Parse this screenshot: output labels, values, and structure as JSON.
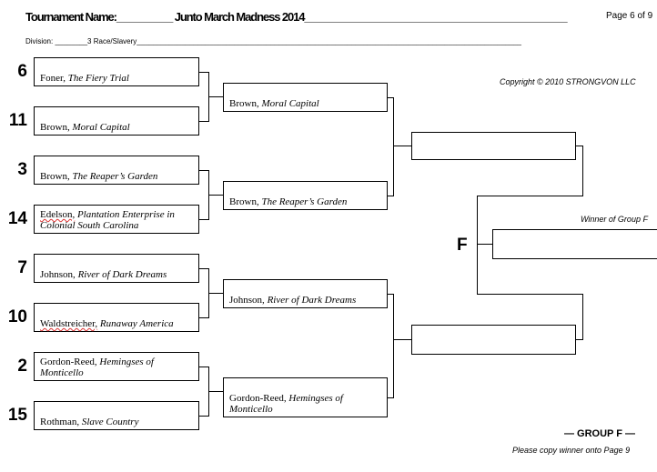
{
  "header": {
    "title": "Tournament Name:__________ Junto March Madness 2014_______________________________________________",
    "page": "Page 6 of 9",
    "division": "Division: ________3 Race/Slavery_______________________________________________________________________________________________",
    "copyright": "Copyright © 2010 STRONGVON LLC"
  },
  "round1": [
    {
      "seed": "6",
      "author": "Foner,",
      "title": "The Fiery Trial"
    },
    {
      "seed": "11",
      "author": "Brown,",
      "title": "Moral Capital"
    },
    {
      "seed": "3",
      "author": "Brown,",
      "title": "The Reaper’s Garden"
    },
    {
      "seed": "14",
      "author": "Edelson,",
      "title": "Plantation Enterprise in Colonial South Carolina"
    },
    {
      "seed": "7",
      "author": "Johnson,",
      "title": "River of Dark Dreams"
    },
    {
      "seed": "10",
      "author": "Waldstreicher,",
      "title": "Runaway America"
    },
    {
      "seed": "2",
      "author": "Gordon-Reed,",
      "title": "Hemingses of Monticello"
    },
    {
      "seed": "15",
      "author": "Rothman,",
      "title": "Slave Country"
    }
  ],
  "round2": [
    {
      "author": "Brown,",
      "title": "Moral Capital"
    },
    {
      "author": "Brown,",
      "title": "The Reaper’s Garden"
    },
    {
      "author": "Johnson,",
      "title": "River of Dark Dreams"
    },
    {
      "author": "Gordon-Reed,",
      "title": "Hemingses of Monticello"
    }
  ],
  "final": {
    "letter": "F",
    "winner_label": "Winner of Group F",
    "group_label": "— GROUP F —",
    "note": "Please copy winner onto Page 9"
  }
}
